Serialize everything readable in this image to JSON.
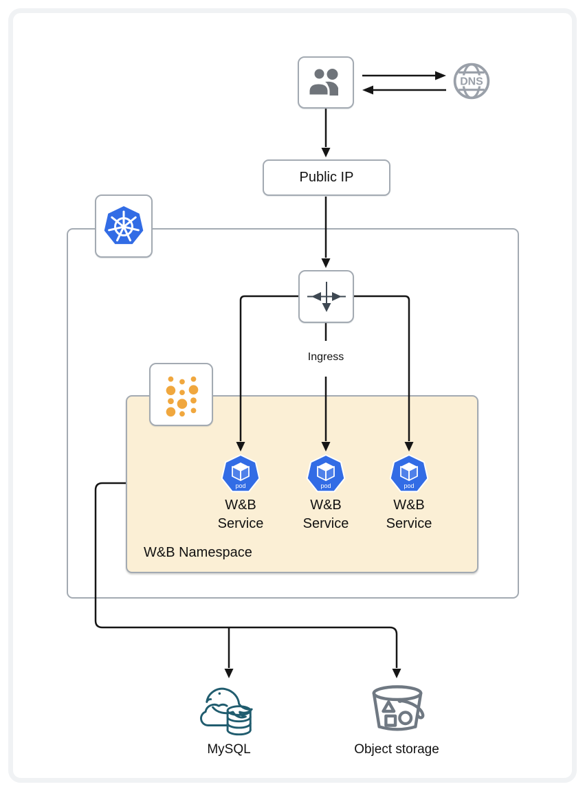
{
  "diagram": {
    "nodes": {
      "users": {
        "icon": "users-icon"
      },
      "dns": {
        "label": "DNS"
      },
      "public_ip": {
        "label": "Public IP"
      },
      "kubernetes_cluster": {
        "icon": "kubernetes-logo"
      },
      "ingress": {
        "label": "Ingress"
      },
      "namespace": {
        "label": "W&B Namespace",
        "icon": "namespace-dots-icon"
      },
      "pods": [
        {
          "badge": "pod",
          "label": [
            "W&B",
            "Service"
          ]
        },
        {
          "badge": "pod",
          "label": [
            "W&B",
            "Service"
          ]
        },
        {
          "badge": "pod",
          "label": [
            "W&B",
            "Service"
          ]
        }
      ],
      "mysql": {
        "label": "MySQL"
      },
      "object_storage": {
        "label": "Object storage"
      }
    },
    "colors": {
      "kubernetes_blue": "#326CE5",
      "namespace_fill": "#FBEFD5",
      "namespace_dot_orange": "#F0A73E",
      "mysql_teal": "#205C6E",
      "storage_gray": "#6F7882",
      "icon_gray": "#6F747A",
      "dns_gray": "#9AA0A9",
      "box_border_gray": "#A3AAB2",
      "connector_black": "#151515",
      "ingress_arrow_slate": "#3E4852"
    }
  }
}
